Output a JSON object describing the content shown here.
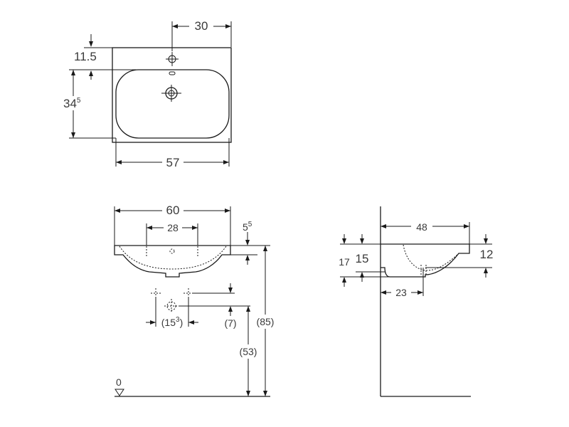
{
  "top_view": {
    "dim_tap_offset": "30",
    "dim_overflow": "11.5",
    "dim_depth_main": "34",
    "dim_depth_sup": "5",
    "dim_bowl_width": "57"
  },
  "front_view": {
    "dim_width": "60",
    "dim_holes": "28",
    "dim_rim_main": "5",
    "dim_rim_sup": "5",
    "dim_waste_spacing": "(15",
    "dim_waste_spacing_sup": "3",
    "dim_waste_spacing_close": ")",
    "dim_waste_drop": "(7)",
    "dim_total_height": "(85)",
    "dim_waste_height": "(53)",
    "floor_level": "0"
  },
  "side_view": {
    "dim_projection": "48",
    "dim_17": "17",
    "dim_15": "15",
    "dim_12": "12",
    "dim_23": "23"
  }
}
